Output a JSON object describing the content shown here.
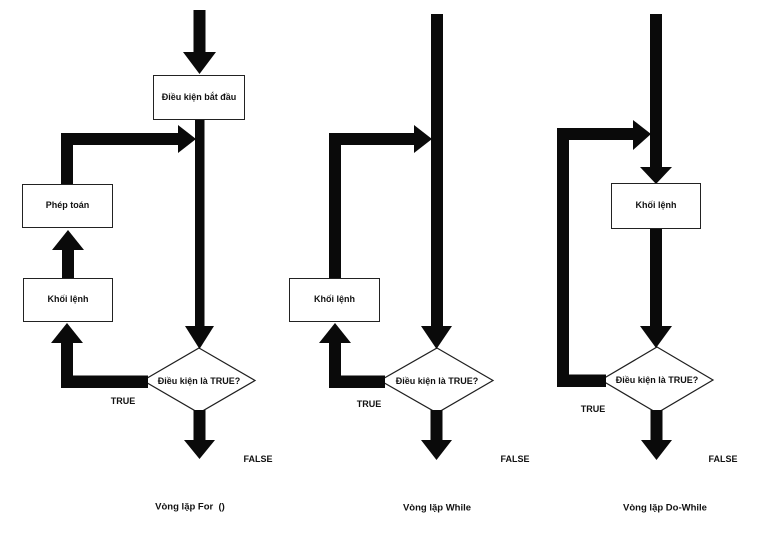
{
  "diagram": {
    "background": "#ffffff",
    "line_color": "#0a0a0a",
    "shape_fill": "#ffffff",
    "shape_border": "#222222",
    "text_color": "#111111"
  },
  "charts": [
    {
      "caption": "Vòng lặp For  ()",
      "nodes": {
        "start_condition": "Điều kiện bắt đầu",
        "operation": "Phép toán",
        "statement_block": "Khối lệnh",
        "decision": "Điều kiện là TRUE?"
      },
      "labels": {
        "true": "TRUE",
        "false": "FALSE"
      }
    },
    {
      "caption": "Vòng lặp While",
      "nodes": {
        "statement_block": "Khối lệnh",
        "decision": "Điều kiện là TRUE?"
      },
      "labels": {
        "true": "TRUE",
        "false": "FALSE"
      }
    },
    {
      "caption": "Vòng lặp Do-While",
      "nodes": {
        "statement_block": "Khối lệnh",
        "decision": "Điều kiện là TRUE?"
      },
      "labels": {
        "true": "TRUE",
        "false": "FALSE"
      }
    }
  ]
}
